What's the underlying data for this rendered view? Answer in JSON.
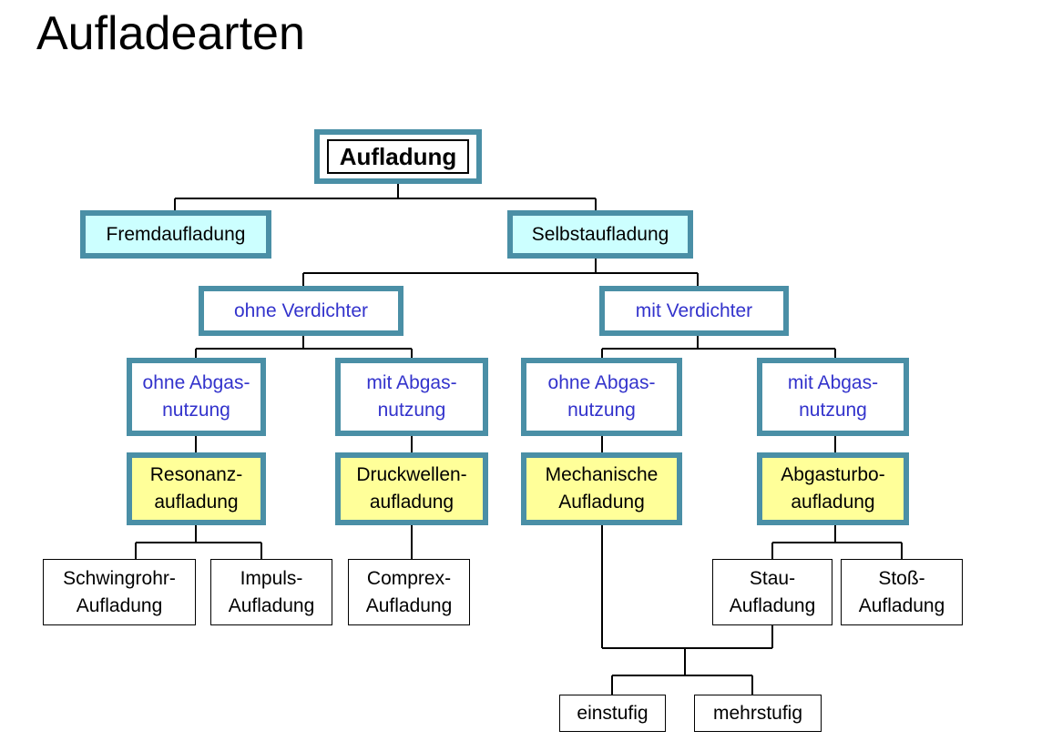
{
  "title": "Aufladearten",
  "nodes": {
    "aufladung": "Aufladung",
    "fremdaufladung": "Fremdaufladung",
    "selbstaufladung": "Selbstaufladung",
    "ohne_verdichter": "ohne Verdichter",
    "mit_verdichter": "mit Verdichter",
    "ohne_abgas_1": "ohne Abgas-\nnutzung",
    "mit_abgas_1": "mit Abgas-\nnutzung",
    "ohne_abgas_2": "ohne Abgas-\nnutzung",
    "mit_abgas_2": "mit Abgas-\nnutzung",
    "resonanz": "Resonanz-\naufladung",
    "druckwellen": "Druckwellen-\naufladung",
    "mechanische": "Mechanische\nAufladung",
    "abgasturbo": "Abgasturbo-\naufladung",
    "schwingrohr": "Schwingrohr-\nAufladung",
    "impuls": "Impuls-\nAufladung",
    "comprex": "Comprex-\nAufladung",
    "stau": "Stau-\nAufladung",
    "stoss": "Stoß-\nAufladung",
    "einstufig": "einstufig",
    "mehrstufig": "mehrstufig"
  },
  "colors": {
    "frame": "#4a8fa6",
    "cyan_fill": "#ccffff",
    "yellow_fill": "#ffff99",
    "blue_text": "#3333cc"
  }
}
